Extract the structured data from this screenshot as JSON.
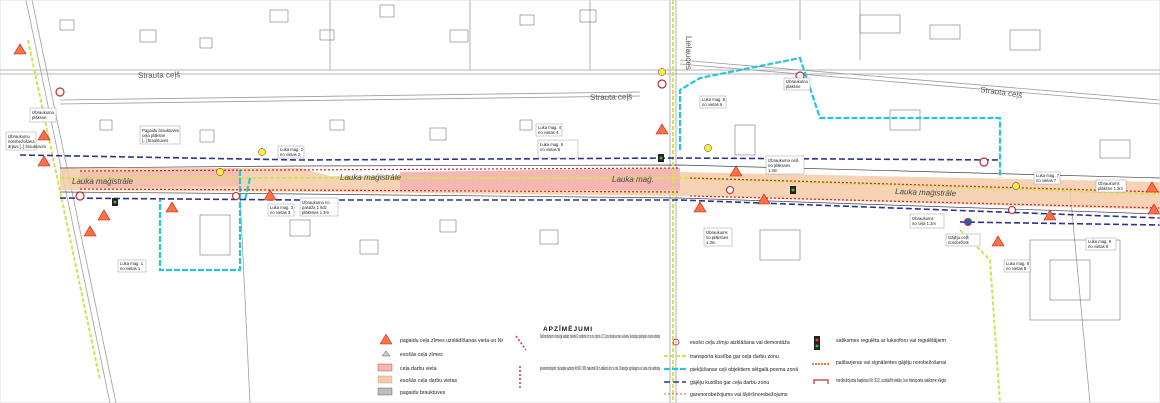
{
  "colors": {
    "work_zone": "#f5b7b1",
    "existing_work": "#f5cba7",
    "transport": "#d4e157",
    "pedestrian": "#26c6da",
    "vehicle": "#283593",
    "barrier": "#c62828",
    "road": "#bdbdbd"
  },
  "streets": {
    "strauta_1": "Strauta ceļš",
    "strauta_2": "Strauta ceļš",
    "strauta_3": "Strauta ceļš",
    "lielauce_1": "Lielauces",
    "lauka_left": "Lauka maģistrāle",
    "lauka_mid": "Lauka maģistrāle",
    "lauka_center": "Lauka maģ.",
    "lauka_right": "Lauka maģistrāle"
  },
  "callouts": [
    {
      "id": "c1",
      "lines": [
        "Izbraukuma",
        "plāksne"
      ]
    },
    {
      "id": "c2",
      "lines": [
        "Izbraukumu",
        "norobežošana",
        "ārpus [..] brauktuves"
      ]
    },
    {
      "id": "c3",
      "lines": [
        "Pagaidu brauktuves",
        "ceļa plāksne",
        "[..] brauktuves"
      ]
    },
    {
      "id": "c4",
      "lines": [
        "Luka mag. 1",
        "no vietas 1"
      ]
    },
    {
      "id": "c5",
      "lines": [
        "Luka mag. 2",
        "no vietas 2"
      ]
    },
    {
      "id": "c6",
      "lines": [
        "Luka mag. 3",
        "no vietas 3"
      ]
    },
    {
      "id": "c7",
      "lines": [
        "Izbraukuma no",
        "pasāža 1 līdz",
        "plāksnes 1.3m"
      ]
    },
    {
      "id": "c8",
      "lines": [
        "Luka mag. 4",
        "no vietas 4"
      ]
    },
    {
      "id": "c9",
      "lines": [
        "Luka mag. 5",
        "no vietas 5"
      ]
    },
    {
      "id": "c10",
      "lines": [
        "Luka mag. 6",
        "no vietas 6"
      ]
    },
    {
      "id": "c11",
      "lines": [
        "Izbraukums",
        "no plāksnes",
        "1.3m"
      ]
    },
    {
      "id": "c12",
      "lines": [
        "Izbraukuma ceļš",
        "no plāksnes",
        "1.3m"
      ]
    },
    {
      "id": "c13",
      "lines": [
        "Izbraukuma",
        "plāksne"
      ]
    },
    {
      "id": "c14",
      "lines": [
        "Luka mag. 7",
        "no vietas 7"
      ]
    },
    {
      "id": "c15",
      "lines": [
        "Luka mag. 8",
        "no vietas 8"
      ]
    },
    {
      "id": "c16",
      "lines": [
        "Izbraukums",
        "plāksne 1.3m"
      ]
    },
    {
      "id": "c17",
      "lines": [
        "Gājēju ceļš",
        "norobežots"
      ]
    },
    {
      "id": "c18",
      "lines": [
        "Luka mag. 9",
        "no vietas 9"
      ]
    },
    {
      "id": "c19",
      "lines": [
        "Izbraukums",
        "no ceļa 1.3m"
      ]
    }
  ],
  "legend": {
    "title": "APZĪMĒJUMI",
    "col1": [
      "pagaidu ceļa zīmes uzstādīšanas vieta un Nr",
      "esošās ceļa zīmes",
      "ceļa darbu vieta",
      "esošās ceļa darbu vietas",
      "pagaidu brauktuves"
    ],
    "col2": [
      "Šķēršnorobežojums: vienpusīgie vadstatņi; maksimāli 2 m attālumā cits no cita, slīpumā 1:3 (1:2) pret brauktuves malu vai barjera. Vienpusīgie signālugunis uz katra vadstatņa",
      "garenorobežojums: divpusīgie vadstatņi Nr 906 / 909; maksimāli 10 m attālumā cits no cita. Divpusīgie signālugunis uz katra otrā vadstatņa"
    ],
    "col3": [
      "esošo ceļa zīmju aizklāšana vai demontāža",
      "transporta kustība gar ceļa darbu zonu",
      "piekļūšanas ceļi objektiem sētgalā posma zonā",
      "gājēju kustība gar ceļa darbu zonu",
      "garenorobežojums vai šķēršnorobežojums"
    ],
    "col4": [
      "satiksmes regulēta ar luksoforu vai regulētājiem",
      "pašbarjeras vai signālentes gājēju norobežošanai",
      "norobežojuma barjeras Nr. 912, uzstādīt vietās, kur transporta satiksme slēgta"
    ]
  }
}
